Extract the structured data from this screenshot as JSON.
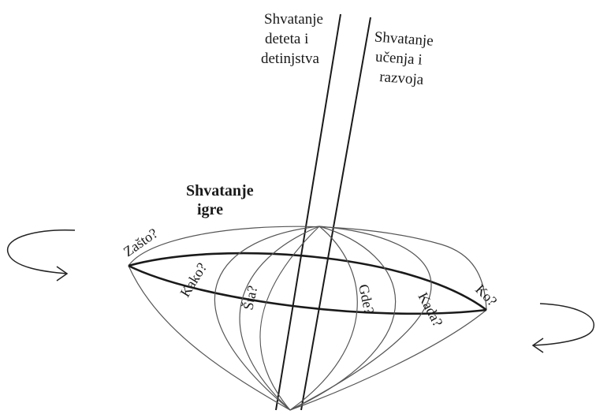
{
  "axes": {
    "child_line1": "Shvatanje",
    "child_line2": "deteta i",
    "child_line3": "detinjstva",
    "learning_line1": "Shvatanje",
    "learning_line2": "učenja i",
    "learning_line3": "razvoja"
  },
  "play": {
    "line1": "Shvatanje",
    "line2": "igre"
  },
  "questions": {
    "why": "Zašto?",
    "how": "Kako?",
    "what": "Šta?",
    "where": "Gde?",
    "when": "Kada?",
    "who": "Ko?"
  }
}
